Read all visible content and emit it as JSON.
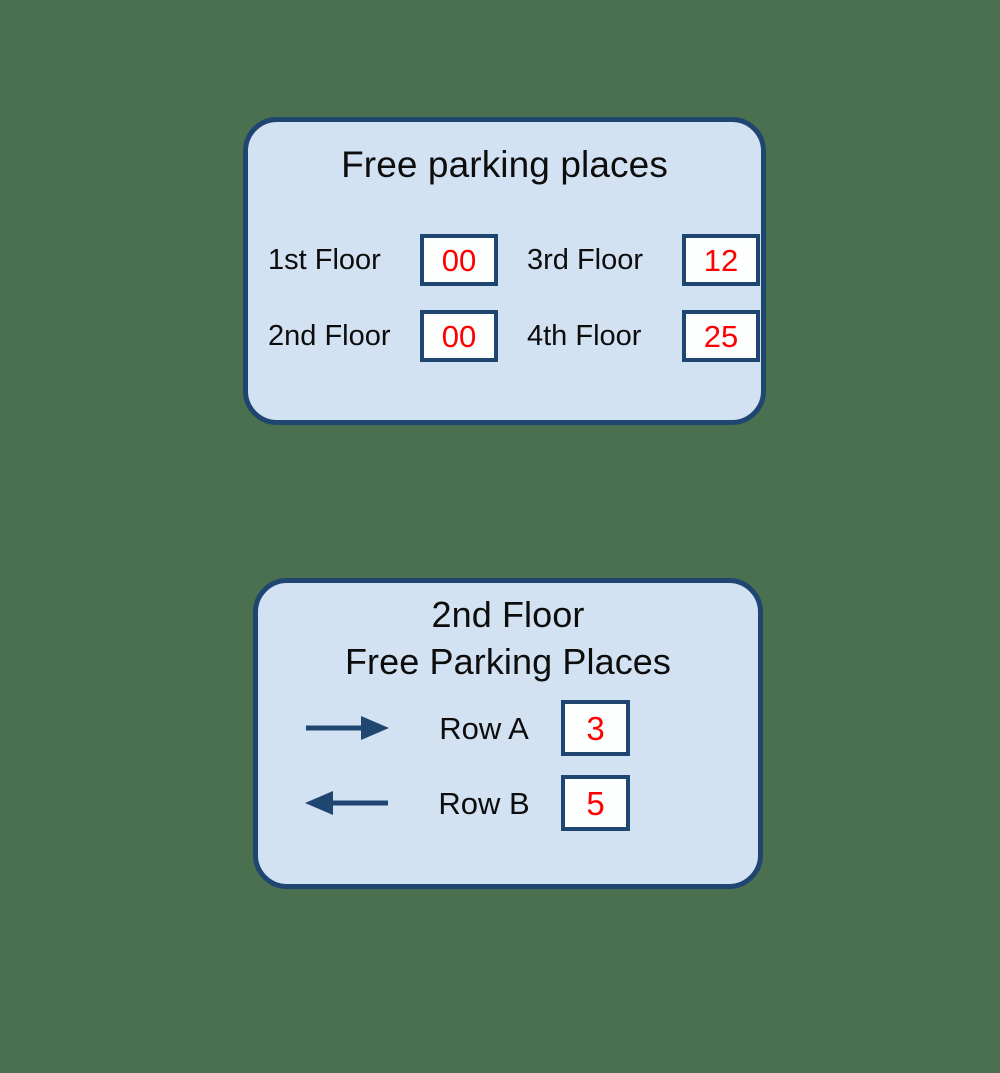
{
  "background_color": "#4a7050",
  "theme": {
    "panel_fill": "#d3e2f2",
    "panel_border": "#1f4571",
    "box_fill": "#fdfefe",
    "box_border": "#1f4571",
    "value_color": "#ff0000",
    "text_color": "#0d0d0d",
    "arrow_color": "#1f4571"
  },
  "floors_panel": {
    "title": "Free parking places",
    "cells": [
      {
        "label": "1st Floor",
        "value": "00"
      },
      {
        "label": "2nd Floor",
        "value": "00"
      },
      {
        "label": "3rd Floor",
        "value": "12"
      },
      {
        "label": "4th Floor",
        "value": "25"
      }
    ]
  },
  "rows_panel": {
    "title_line1": "2nd Floor",
    "title_line2": "Free Parking Places",
    "entries": [
      {
        "direction_icon": "arrow-right-icon",
        "label": "Row A",
        "value": "3"
      },
      {
        "direction_icon": "arrow-left-icon",
        "label": "Row B",
        "value": "5"
      }
    ]
  }
}
